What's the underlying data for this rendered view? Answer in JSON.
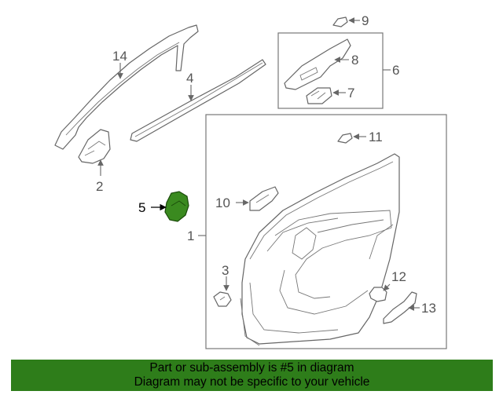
{
  "diagram": {
    "callouts": {
      "c1": "1",
      "c2": "2",
      "c3": "3",
      "c4": "4",
      "c5": "5",
      "c6": "6",
      "c7": "7",
      "c8": "8",
      "c9": "9",
      "c10": "10",
      "c11": "11",
      "c12": "12",
      "c13": "13",
      "c14": "14"
    },
    "highlight_part": "5"
  },
  "footer": {
    "line1": "Part or sub-assembly is #5 in diagram",
    "line2": "Diagram may not be specific to your vehicle"
  },
  "colors": {
    "footer_bg": "#2e7d1a",
    "highlight_fill": "#3a8a1f",
    "line": "#666666"
  }
}
